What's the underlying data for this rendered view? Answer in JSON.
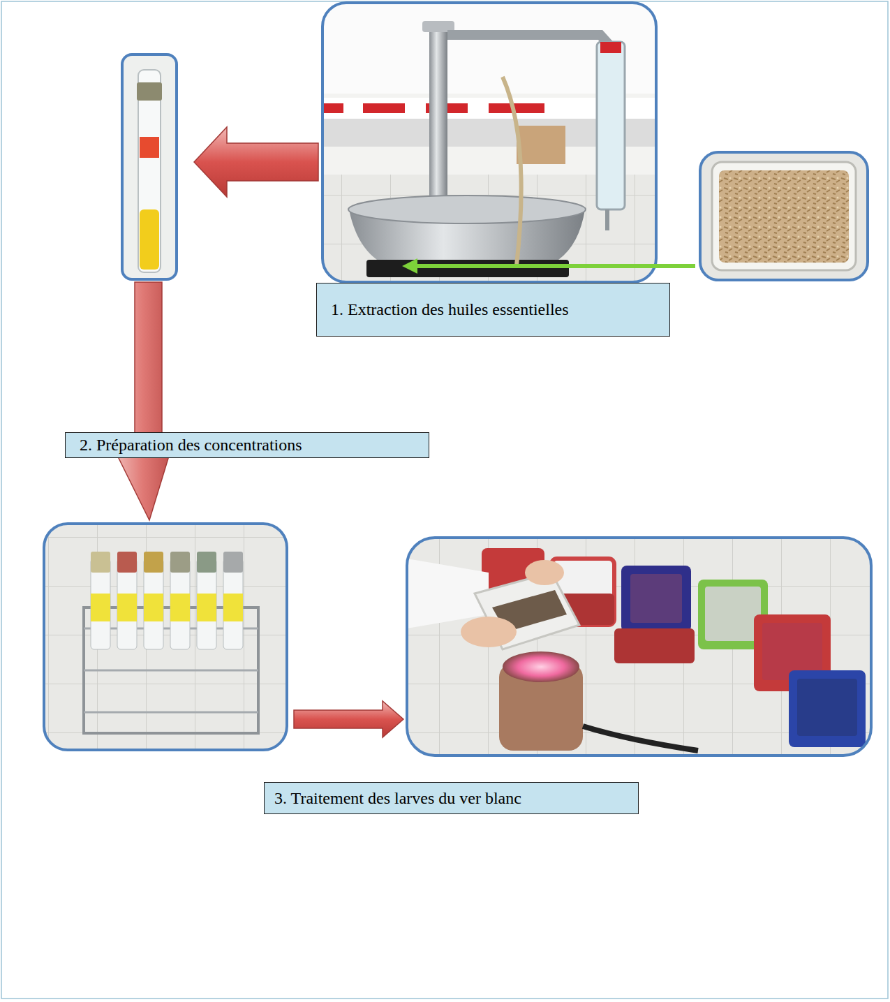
{
  "diagram": {
    "nodes": [
      {
        "text": [
          "1. Extraction des huiles essentielles"
        ]
      },
      {
        "text": [
          "2. Préparation des concentrations"
        ]
      },
      {
        "text": [
          "3. Traitement des larves du ver blanc"
        ]
      }
    ]
  }
}
